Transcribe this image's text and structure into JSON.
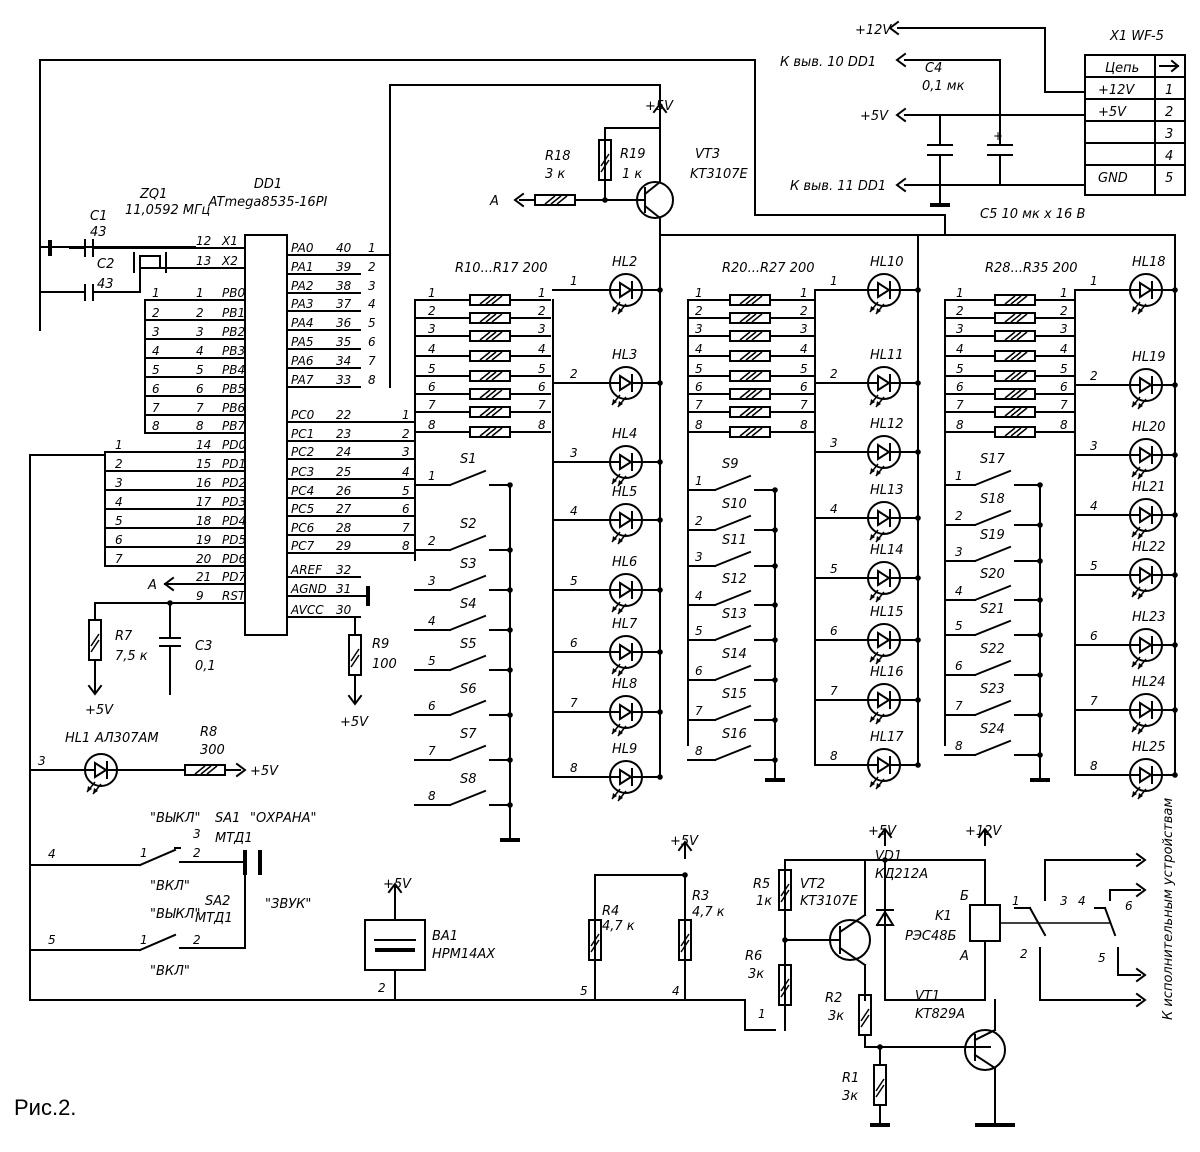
{
  "caption": "Рис.2.",
  "mcu": {
    "ref": "DD1",
    "part": "ATmega8535-16PI",
    "left_pins": [
      {
        "name": "X1",
        "num": "12"
      },
      {
        "name": "X2",
        "num": "13"
      },
      {
        "name": "PB0",
        "num": "1"
      },
      {
        "name": "PB1",
        "num": "2"
      },
      {
        "name": "PB2",
        "num": "3"
      },
      {
        "name": "PB3",
        "num": "4"
      },
      {
        "name": "PB4",
        "num": "5"
      },
      {
        "name": "PB5",
        "num": "6"
      },
      {
        "name": "PB6",
        "num": "7"
      },
      {
        "name": "PB7",
        "num": "8"
      },
      {
        "name": "PD0",
        "num": "14"
      },
      {
        "name": "PD1",
        "num": "15"
      },
      {
        "name": "PD2",
        "num": "16"
      },
      {
        "name": "PD3",
        "num": "17"
      },
      {
        "name": "PD4",
        "num": "18"
      },
      {
        "name": "PD5",
        "num": "19"
      },
      {
        "name": "PD6",
        "num": "20"
      },
      {
        "name": "PD7",
        "num": "21"
      },
      {
        "name": "RST",
        "num": "9"
      }
    ],
    "right_pins": [
      {
        "name": "PA0",
        "num": "40"
      },
      {
        "name": "PA1",
        "num": "39"
      },
      {
        "name": "PA2",
        "num": "38"
      },
      {
        "name": "PA3",
        "num": "37"
      },
      {
        "name": "PA4",
        "num": "36"
      },
      {
        "name": "PA5",
        "num": "35"
      },
      {
        "name": "PA6",
        "num": "34"
      },
      {
        "name": "PA7",
        "num": "33"
      },
      {
        "name": "PC0",
        "num": "22"
      },
      {
        "name": "PC1",
        "num": "23"
      },
      {
        "name": "PC2",
        "num": "24"
      },
      {
        "name": "PC3",
        "num": "25"
      },
      {
        "name": "PC4",
        "num": "26"
      },
      {
        "name": "PC5",
        "num": "27"
      },
      {
        "name": "PC6",
        "num": "28"
      },
      {
        "name": "PC7",
        "num": "29"
      },
      {
        "name": "AREF",
        "num": "32"
      },
      {
        "name": "AGND",
        "num": "31"
      },
      {
        "name": "AVCC",
        "num": "30"
      }
    ]
  },
  "components": {
    "zq1": "ZQ1",
    "zq1_val": "11,0592 МГц",
    "c1": "C1",
    "c1_val": "43",
    "c2": "C2",
    "c2_val": "43",
    "r7": "R7",
    "r7_val": "7,5 к",
    "c3": "C3",
    "c3_val": "0,1",
    "r9": "R9",
    "r9_val": "100",
    "r18": "R18",
    "r18_val": "3 к",
    "r19": "R19",
    "r19_val": "1 к",
    "vt3": "VT3",
    "vt3_val": "KT3107E",
    "r10_17": "R10...R17 200",
    "r20_27": "R20...R27 200",
    "r28_35": "R28...R35 200",
    "hl1": "HL1",
    "hl1_val": "АЛ307АМ",
    "r8": "R8",
    "r8_val": "300",
    "sa1": "SA1",
    "sa1_val": "МТД1",
    "sa1_mode": "\"ОХРАНА\"",
    "sa2": "SA2",
    "sa2_val": "МТД1",
    "sa2_mode": "\"ЗВУК\"",
    "off": "\"ВЫКЛ\"",
    "on": "\"ВКЛ\"",
    "ba1": "BA1",
    "ba1_val": "HPM14AX",
    "r4": "R4",
    "r4_val": "4,7 к",
    "r3": "R3",
    "r3_val": "4,7 к",
    "r5": "R5",
    "r5_val": "1к",
    "r6": "R6",
    "r6_val": "3к",
    "vt2": "VT2",
    "vt2_val": "KT3107E",
    "vd1": "VD1",
    "vd1_val": "КД212А",
    "k1": "K1",
    "k1_val": "РЭС48Б",
    "k1_b": "Б",
    "k1_a": "А",
    "r2": "R2",
    "r2_val": "3к",
    "r1": "R1",
    "r1_val": "3к",
    "vt1": "VT1",
    "vt1_val": "KT829A",
    "c4": "C4",
    "c4_val": "0,1 мк",
    "c5": "C5 10 мк x 16 В",
    "x1": "X1 WF-5",
    "x1_head": "Цепь",
    "x1_rows": [
      {
        "name": "+12V",
        "num": "1"
      },
      {
        "name": "+5V",
        "num": "2"
      },
      {
        "name": "",
        "num": "3"
      },
      {
        "name": "",
        "num": "4"
      },
      {
        "name": "GND",
        "num": "5"
      }
    ],
    "to_dd1_10": "К выв. 10 DD1",
    "to_dd1_11": "К выв. 11 DD1",
    "actuators": "К исполнительным устройствам"
  },
  "rails": {
    "p5": "+5V",
    "p12": "+12V",
    "netA": "A"
  },
  "leds": {
    "col1": [
      "HL2",
      "HL3",
      "HL4",
      "HL5",
      "HL6",
      "HL7",
      "HL8",
      "HL9"
    ],
    "col2": [
      "HL10",
      "HL11",
      "HL12",
      "HL13",
      "HL14",
      "HL15",
      "HL16",
      "HL17"
    ],
    "col3": [
      "HL18",
      "HL19",
      "HL20",
      "HL21",
      "HL22",
      "HL23",
      "HL24",
      "HL25"
    ]
  },
  "switches": {
    "col1": [
      "S1",
      "S2",
      "S3",
      "S4",
      "S5",
      "S6",
      "S7",
      "S8"
    ],
    "col2": [
      "S9",
      "S10",
      "S11",
      "S12",
      "S13",
      "S14",
      "S15",
      "S16"
    ],
    "col3": [
      "S17",
      "S18",
      "S19",
      "S20",
      "S21",
      "S22",
      "S23",
      "S24"
    ]
  },
  "line_numbers": [
    "1",
    "2",
    "3",
    "4",
    "5",
    "6",
    "7",
    "8"
  ]
}
